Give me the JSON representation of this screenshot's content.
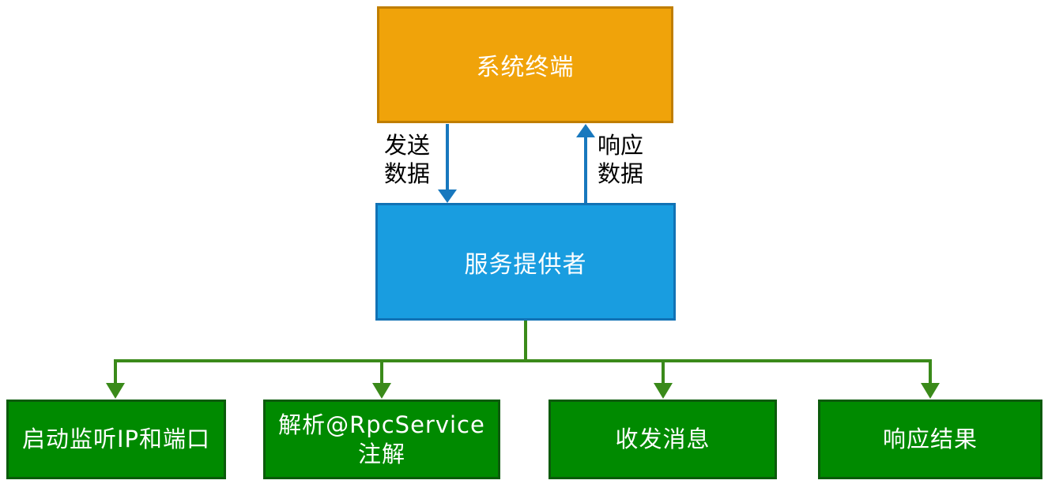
{
  "diagram": {
    "title": "RPC service provider flow diagram",
    "nodes": {
      "terminal": {
        "label": "系统终端"
      },
      "provider": {
        "label": "服务提供者"
      }
    },
    "edges": {
      "send": {
        "label": [
          "发送",
          "数据"
        ],
        "direction": "down"
      },
      "response": {
        "label": [
          "响应",
          "数据"
        ],
        "direction": "up"
      }
    },
    "steps": [
      {
        "label": "启动监听IP和端口"
      },
      {
        "label": [
          "解析@RpcService",
          "注解"
        ]
      },
      {
        "label": "收发消息"
      },
      {
        "label": "响应结果"
      }
    ],
    "colors": {
      "terminal-fill": "#F0A30A",
      "terminal-border": "#C07E00",
      "provider-fill": "#199DE0",
      "provider-border": "#1172B5",
      "arrow-blue": "#1878BE",
      "step-fill": "#008A00",
      "step-border": "#0B5B0B",
      "connector-green": "#3A8A1A",
      "edge-label-color": "#000000",
      "node-text-color": "#FFFFFF"
    }
  }
}
